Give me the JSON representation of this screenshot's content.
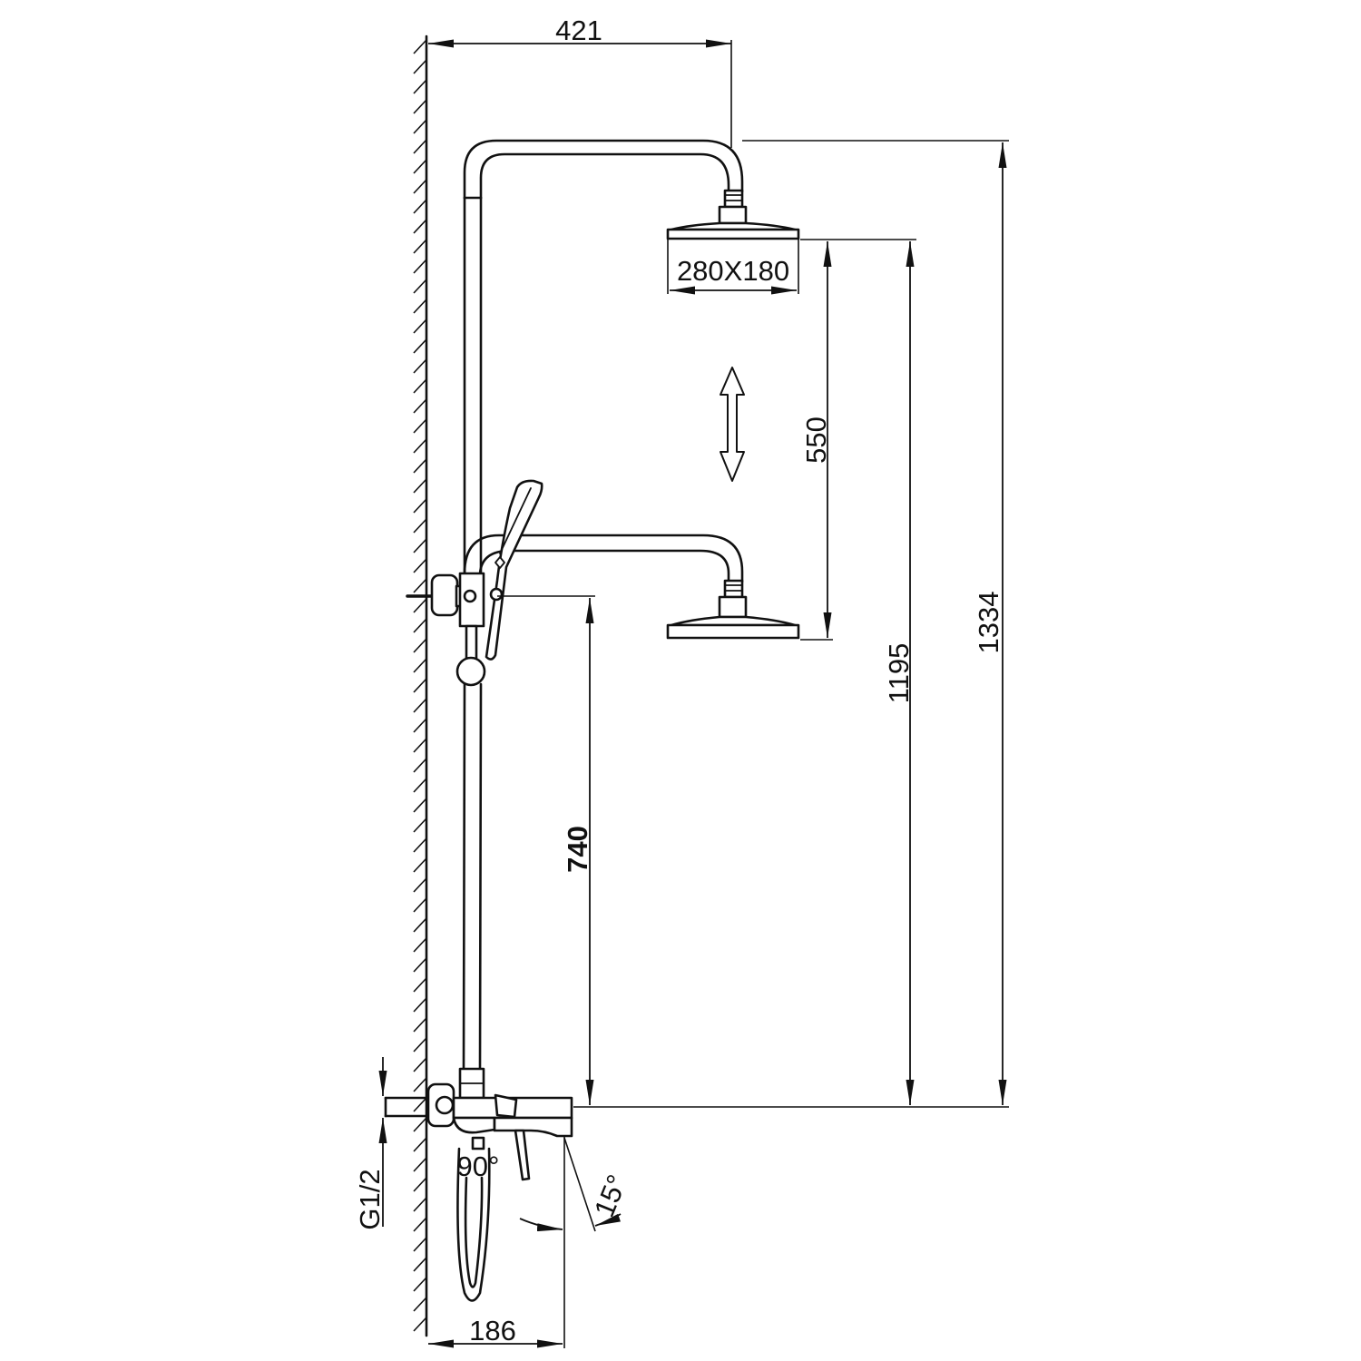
{
  "dimensions": {
    "arm_reach": "421",
    "head_size": "280X180",
    "slide_range": "550",
    "lower_head_height": "1195",
    "overall_height": "1334",
    "mixer_to_holder": "740",
    "outlet_angle": "90°",
    "spout_angle": "15°",
    "inlet_thread": "G1/2",
    "spout_projection": "186"
  }
}
